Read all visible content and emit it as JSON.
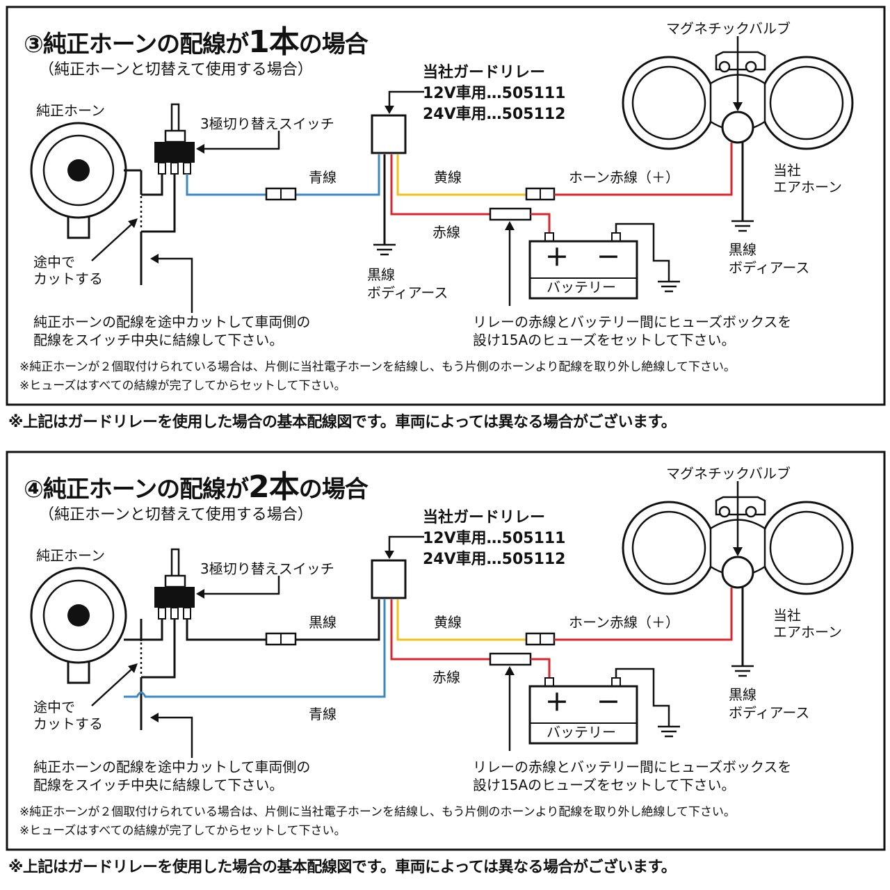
{
  "colors": {
    "blue": "#3b86c4",
    "yellow": "#f2c21a",
    "red": "#d9262c",
    "black": "#111111"
  },
  "sections": [
    {
      "title_pre": "③純正ホーンの配線が",
      "title_num": "1本",
      "title_post": "の場合",
      "subtitle": "（純正ホーンと切替えて使用する場合）",
      "stock_horn": "純正ホーン",
      "switch_label": "3極切り替えスイッチ",
      "relay_title": "当社ガードリレー",
      "relay_12v": "12V車用…505111",
      "relay_24v": "24V車用…505112",
      "magnetic_valve": "マグネチックバルブ",
      "air_horn_1": "当社",
      "air_horn_2": "エアホーン",
      "wire_top": "青線",
      "wire_yellow": "黄線",
      "wire_horn_red": "ホーン赤線（＋）",
      "wire_red": "赤線",
      "ground_left_1": "黒線",
      "ground_left_2": "ボディアース",
      "ground_right_1": "黒線",
      "ground_right_2": "ボディアース",
      "battery": "バッテリー",
      "plus": "＋",
      "minus": "－",
      "cut_1": "途中で",
      "cut_2": "カットする",
      "instr_1": "純正ホーンの配線を途中カットして車両側の",
      "instr_2": "配線をスイッチ中央に結線して下さい。",
      "fuse_1": "リレーの赤線とバッテリー間にヒューズボックスを",
      "fuse_2": "設け15Aのヒューズをセットして下さい。",
      "note_1": "※純正ホーンが２個取付けられている場合は、片側に当社電子ホーンを結線し、もう片側のホーンより配線を取り外し絶線して下さい。",
      "note_2": "※ヒューズはすべての結線が完了してからセットして下さい。",
      "footer": "※上記はガードリレーを使用した場合の基本配線図です。車両によっては異なる場合がございます。"
    },
    {
      "title_pre": "④純正ホーンの配線が",
      "title_num": "2本",
      "title_post": "の場合",
      "subtitle": "（純正ホーンと切替えて使用する場合）",
      "stock_horn": "純正ホーン",
      "switch_label": "3極切り替えスイッチ",
      "relay_title": "当社ガードリレー",
      "relay_12v": "12V車用…505111",
      "relay_24v": "24V車用…505112",
      "magnetic_valve": "マグネチックバルブ",
      "air_horn_1": "当社",
      "air_horn_2": "エアホーン",
      "wire_top": "黒線",
      "wire_blue": "青線",
      "wire_yellow": "黄線",
      "wire_horn_red": "ホーン赤線（＋）",
      "wire_red": "赤線",
      "ground_right_1": "黒線",
      "ground_right_2": "ボディアース",
      "battery": "バッテリー",
      "plus": "＋",
      "minus": "－",
      "cut_1": "途中で",
      "cut_2": "カットする",
      "instr_1": "純正ホーンの配線を途中カットして車両側の",
      "instr_2": "配線をスイッチ中央に結線して下さい。",
      "fuse_1": "リレーの赤線とバッテリー間にヒューズボックスを",
      "fuse_2": "設け15Aのヒューズをセットして下さい。",
      "note_1": "※純正ホーンが２個取付けられている場合は、片側に当社電子ホーンを結線し、もう片側のホーンより配線を取り外し絶線して下さい。",
      "note_2": "※ヒューズはすべての結線が完了してからセットして下さい。",
      "footer": "※上記はガードリレーを使用した場合の基本配線図です。車両によっては異なる場合がございます。"
    }
  ]
}
